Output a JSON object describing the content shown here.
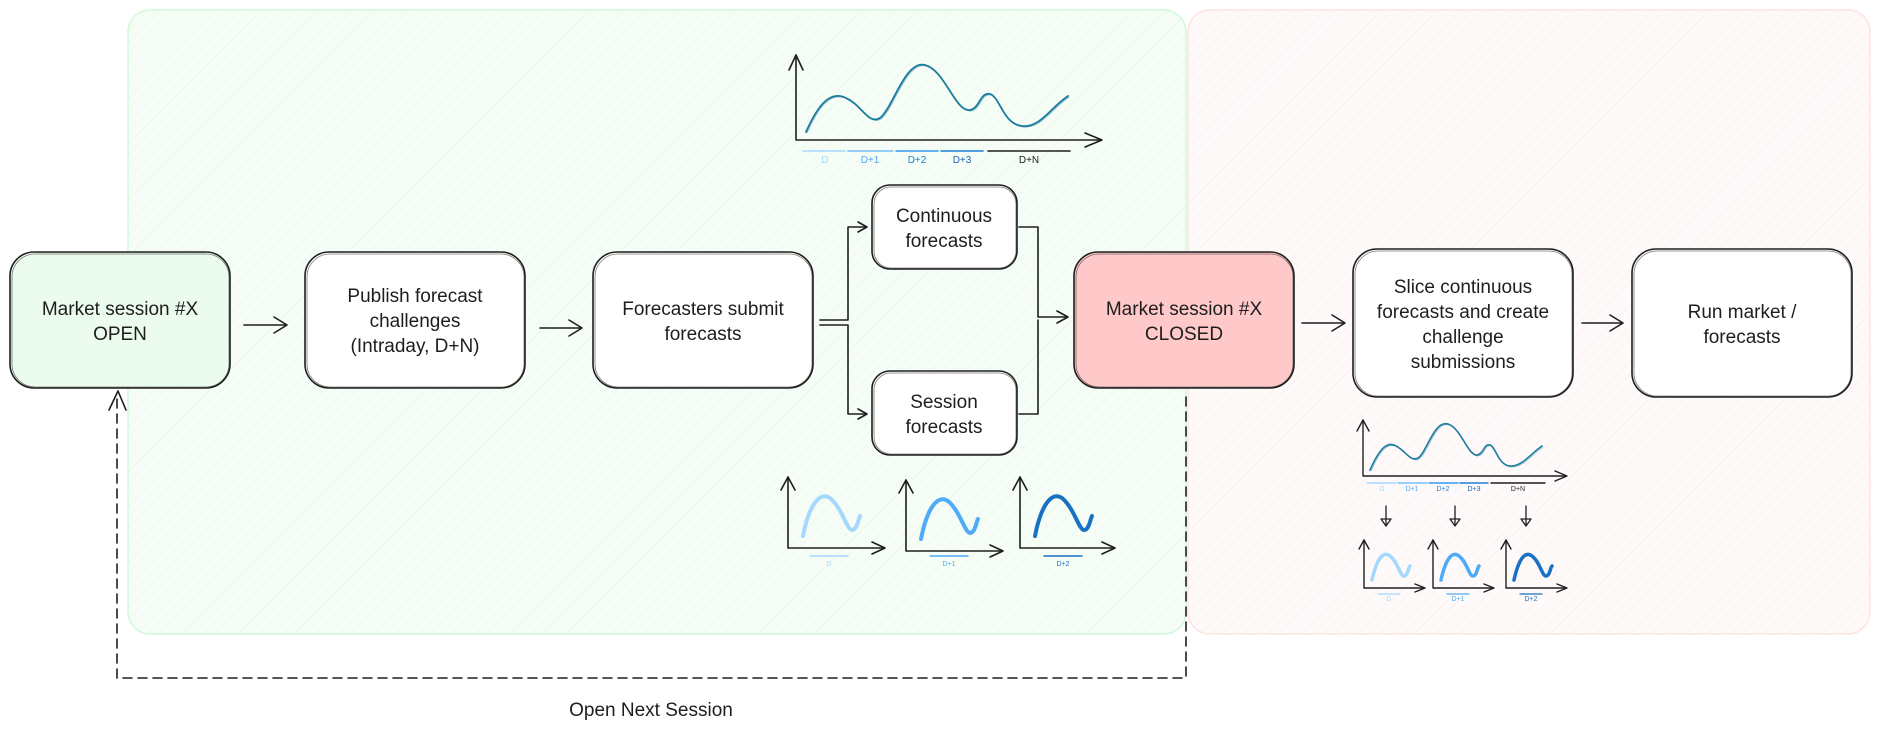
{
  "colors": {
    "open_fill": "#ebfbee",
    "closed_fill": "#ffc9c9",
    "zone_open_fill": "#ebfbee",
    "zone_open_stroke": "#d3f9d8",
    "zone_closed_fill": "#fff5f5",
    "zone_closed_stroke": "#ffe3e3",
    "stroke": "#1e1e1e",
    "curve": "#1c7c9e",
    "day0": "#a5d8ff",
    "day1": "#4dabf7",
    "day2": "#1971c2",
    "day3": "#1864ab"
  },
  "nodes": {
    "market_open": {
      "line1": "Market session #X",
      "line2": "OPEN"
    },
    "publish": {
      "line1": "Publish forecast",
      "line2": "challenges",
      "line3": "(Intraday, D+N)"
    },
    "submit": {
      "line1": "Forecasters submit",
      "line2": "forecasts"
    },
    "continuous": {
      "line1": "Continuous",
      "line2": "forecasts"
    },
    "session": {
      "line1": "Session",
      "line2": "forecasts"
    },
    "market_closed": {
      "line1": "Market session #X",
      "line2": "CLOSED"
    },
    "slice": {
      "line1": "Slice continuous",
      "line2": "forecasts and create",
      "line3": "challenge",
      "line4": "submissions"
    },
    "run": {
      "line1": "Run market /",
      "line2": "forecasts"
    }
  },
  "timeline_labels": [
    "D",
    "D+1",
    "D+2",
    "D+3",
    "D+N"
  ],
  "session_chart_labels": [
    "D",
    "D+1",
    "D+2"
  ],
  "slice_chart_labels": [
    "D",
    "D+1",
    "D+2"
  ],
  "loop_label": "Open Next Session"
}
